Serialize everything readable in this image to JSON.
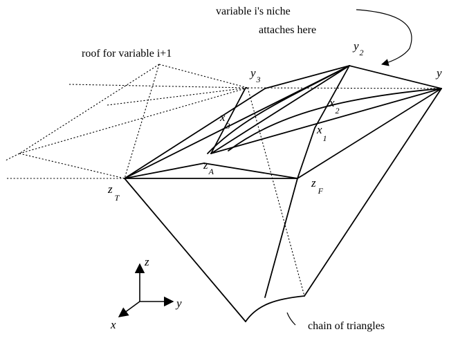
{
  "annotations": {
    "niche_line1": "variable i's niche",
    "niche_line2": "attaches here",
    "roof": "roof for variable i+1",
    "chain": "chain of triangles"
  },
  "vertices": {
    "y2": {
      "main": "y",
      "sub": "2"
    },
    "y3": {
      "main": "y",
      "sub": "3"
    },
    "y": {
      "main": "y"
    },
    "x1": {
      "main": "x",
      "sub": "1"
    },
    "x2": {
      "main": "x",
      "sub": "2"
    },
    "x3": {
      "main": "x",
      "sub": "3"
    },
    "zA": {
      "main": "z",
      "sub": "A"
    },
    "zT": {
      "main": "z",
      "sub": "T"
    },
    "zF": {
      "main": "z",
      "sub": "F"
    }
  },
  "axes": {
    "z": "z",
    "y": "y",
    "x": "x"
  }
}
